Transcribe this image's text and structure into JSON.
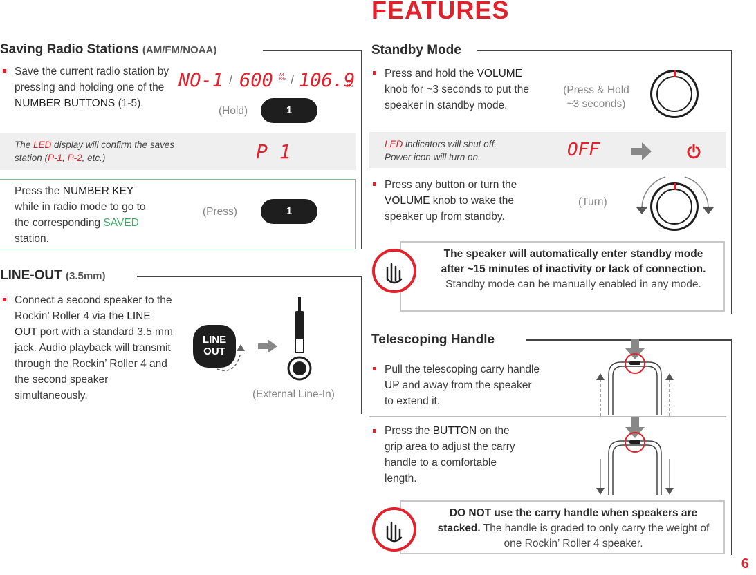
{
  "page_title": "FEATURES",
  "page_number": "6",
  "saving": {
    "heading": "Saving Radio Stations",
    "heading_sub": "(AM/FM/NOAA)",
    "bullet1_a": "Save the current radio station by pressing and holding one of the ",
    "bullet1_hl": "NUMBER BUTTONS",
    "bullet1_b": " (1-5).",
    "display_no": "NO-1",
    "display_am": "600",
    "display_am_unit_top": "AM",
    "display_am_unit_bot": "KHz",
    "display_fm": "106.9",
    "display_fm_unit_top": "FM",
    "display_fm_unit_bot": "MHz",
    "hold_label": "(Hold)",
    "button_label": "1",
    "band_a": "The ",
    "band_led": "LED",
    "band_b": " display will confirm the saves station (",
    "band_p1": "P-1",
    "band_sep": ", ",
    "band_p2": "P-2",
    "band_c": ", etc.)",
    "display_p": "P 1",
    "press_a": "Press the ",
    "press_hl": "NUMBER KEY",
    "press_b": " while in radio mode to go to the corresponding ",
    "press_saved": "SAVED",
    "press_c": " station.",
    "press_label": "(Press)"
  },
  "lineout": {
    "heading": "LINE-OUT",
    "heading_sub": "(3.5mm)",
    "text_a": "Connect a second speaker to the Rockin’ Roller 4 via the ",
    "text_hl": "LINE OUT",
    "text_b": " port with a standard 3.5 mm jack. Audio playback will transmit through the Rockin’ Roller 4 and the second speaker simultaneously.",
    "badge_line1": "LINE",
    "badge_line2": "OUT",
    "ext_label": "(External Line-In)"
  },
  "standby": {
    "heading": "Standby Mode",
    "b1_a": "Press and hold the ",
    "b1_hl": "VOLUME",
    "b1_b": " knob for ~3 seconds to put the speaker in standby mode.",
    "hold_label_1": "(Press & Hold",
    "hold_label_2": "~3 seconds)",
    "band_led": "LED",
    "band_a": " indicators will shut off.",
    "band_b": "Power icon will turn on.",
    "display_off": "OFF",
    "b2_a": "Press any button or turn the ",
    "b2_hl": "VOLUME",
    "b2_b": " knob to wake the speaker up from standby.",
    "turn_label": "(Turn)",
    "note_bold": "The speaker will automatically enter standby mode after ~15 minutes of inactivity or lack of connection.",
    "note_rest": " Standby mode can be manually enabled in any mode."
  },
  "handle": {
    "heading": "Telescoping Handle",
    "b1_a": "Pull the telescoping carry handle ",
    "b1_hl": "UP",
    "b1_b": " and away from the speaker to extend it.",
    "b2_a": "Press the ",
    "b2_hl": "BUTTON",
    "b2_b": " on the grip area to adjust the carry handle to a comfortable length.",
    "note_bold": "DO NOT use the carry handle when speakers are stacked.",
    "note_rest": " The handle is graded to only carry the weight of one Rockin’ Roller 4 speaker."
  },
  "colors": {
    "accent": "#e1212b",
    "saved_green": "#3aae63",
    "band_gray": "#efefef"
  }
}
